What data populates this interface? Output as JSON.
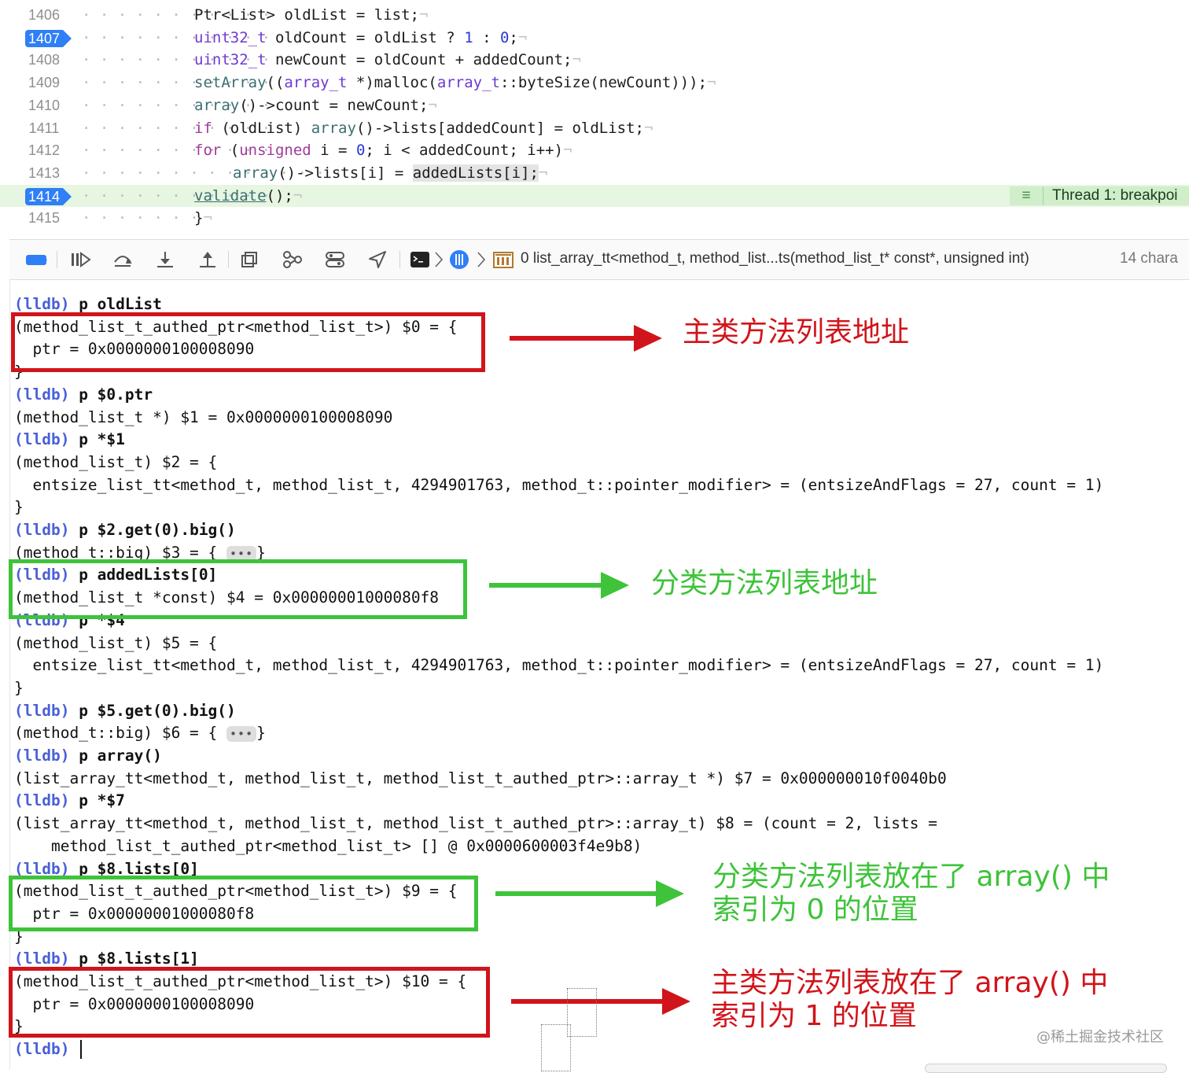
{
  "editor": {
    "lines": [
      {
        "n": "1406",
        "segments": [
          [
            "",
            "Ptr<List> oldList = list;"
          ]
        ],
        "dots": "· · · · · · · · · · · ",
        "indent": 0
      },
      {
        "n": "1407",
        "badge": true,
        "segments": [
          [
            "ty",
            "uint32_t"
          ],
          [
            "",
            " oldCount = oldList ? "
          ],
          [
            "num-l",
            "1"
          ],
          [
            "",
            " : "
          ],
          [
            "num-l",
            "0"
          ],
          [
            "",
            ";"
          ]
        ],
        "dots": "· · · · · · · · · · · ",
        "indent": 0
      },
      {
        "n": "1408",
        "segments": [
          [
            "ty",
            "uint32_t"
          ],
          [
            "",
            " newCount = oldCount + addedCount;"
          ]
        ],
        "dots": "· · · · · · · · · · · ",
        "indent": 0
      },
      {
        "n": "1409",
        "segments": [
          [
            "fn",
            "setArray"
          ],
          [
            "",
            "(("
          ],
          [
            "ty",
            "array_t"
          ],
          [
            "",
            " *)malloc("
          ],
          [
            "ty",
            "array_t"
          ],
          [
            "",
            "::byteSize(newCount)));"
          ]
        ],
        "dots": "· · · · · · · · · · · ",
        "indent": 0
      },
      {
        "n": "1410",
        "segments": [
          [
            "fn",
            "array"
          ],
          [
            "",
            "()->count = newCount;"
          ]
        ],
        "dots": "· · · · · · · · · · · ",
        "indent": 0
      },
      {
        "n": "1411",
        "segments": [
          [
            "kw",
            "if"
          ],
          [
            "",
            " (oldList) "
          ],
          [
            "fn",
            "array"
          ],
          [
            "",
            "()->lists[addedCount] = oldList;"
          ]
        ],
        "dots": "· · · · · · · · · · · ",
        "indent": 0
      },
      {
        "n": "1412",
        "segments": [
          [
            "kw",
            "for"
          ],
          [
            "",
            " ("
          ],
          [
            "kw",
            "unsigned"
          ],
          [
            "",
            " i = "
          ],
          [
            "num-l",
            "0"
          ],
          [
            "",
            "; i < addedCount; i++)"
          ]
        ],
        "dots": "· · · · · · · · · · · ",
        "indent": 0
      },
      {
        "n": "1413",
        "segments": [
          [
            "fn",
            "array"
          ],
          [
            "",
            "()->lists[i] = "
          ],
          [
            "hl",
            "addedLists[i];"
          ]
        ],
        "dots": "· · · · · · · · · · · · · · · ",
        "indent": 1
      },
      {
        "n": "1414",
        "badge": true,
        "active": true,
        "segments": [
          [
            "fn",
            "validate"
          ],
          [
            "",
            "();"
          ]
        ],
        "dots": "· · · · · · · · · · · ",
        "indent": 0
      },
      {
        "n": "1415",
        "segments": [
          [
            "",
            "}"
          ]
        ],
        "dots": "· · · · · · · ",
        "indent": 0
      }
    ],
    "thread_badge": "Thread 1: breakpoi",
    "thread_icon": "≡"
  },
  "toolbar": {
    "frame_text": "0 list_array_tt<method_t, method_list...ts(method_list_t* const*, unsigned int)",
    "chars_text": "14 chara"
  },
  "console": {
    "lines": [
      {
        "prompt": "(lldb)",
        "cmd": " p oldList"
      },
      {
        "text": "(method_list_t_authed_ptr<method_list_t>) $0 = {"
      },
      {
        "text": "  ptr = 0x0000000100008090"
      },
      {
        "text": "}"
      },
      {
        "prompt": "(lldb)",
        "cmd": " p $0.ptr"
      },
      {
        "text": "(method_list_t *) $1 = 0x0000000100008090"
      },
      {
        "prompt": "(lldb)",
        "cmd": " p *$1"
      },
      {
        "text": "(method_list_t) $2 = {"
      },
      {
        "text": "  entsize_list_tt<method_t, method_list_t, 4294901763, method_t::pointer_modifier> = (entsizeAndFlags = 27, count = 1)"
      },
      {
        "text": "}"
      },
      {
        "prompt": "(lldb)",
        "cmd": " p $2.get(0).big()"
      },
      {
        "text": "(method_t::big) $3 = {",
        "pill": "•••",
        "after": "}"
      },
      {
        "prompt": "(lldb)",
        "cmd": " p addedLists[0]"
      },
      {
        "text": "(method_list_t *const) $4 = 0x00000001000080f8"
      },
      {
        "prompt": "(lldb)",
        "cmd": " p *$4"
      },
      {
        "text": "(method_list_t) $5 = {"
      },
      {
        "text": "  entsize_list_tt<method_t, method_list_t, 4294901763, method_t::pointer_modifier> = (entsizeAndFlags = 27, count = 1)"
      },
      {
        "text": "}"
      },
      {
        "prompt": "(lldb)",
        "cmd": " p $5.get(0).big()"
      },
      {
        "text": "(method_t::big) $6 = {",
        "pill": "•••",
        "after": "}"
      },
      {
        "prompt": "(lldb)",
        "cmd": " p array()"
      },
      {
        "text": "(list_array_tt<method_t, method_list_t, method_list_t_authed_ptr>::array_t *) $7 = 0x000000010f0040b0"
      },
      {
        "prompt": "(lldb)",
        "cmd": " p *$7"
      },
      {
        "text": "(list_array_tt<method_t, method_list_t, method_list_t_authed_ptr>::array_t) $8 = (count = 2, lists ="
      },
      {
        "text": "    method_list_t_authed_ptr<method_list_t> [] @ 0x0000600003f4e9b8)"
      },
      {
        "prompt": "(lldb)",
        "cmd": " p $8.lists[0]"
      },
      {
        "text": "(method_list_t_authed_ptr<method_list_t>) $9 = {"
      },
      {
        "text": "  ptr = 0x00000001000080f8"
      },
      {
        "text": "}"
      },
      {
        "prompt": "(lldb)",
        "cmd": " p $8.lists[1]"
      },
      {
        "text": "(method_list_t_authed_ptr<method_list_t>) $10 = {"
      },
      {
        "text": "  ptr = 0x0000000100008090"
      },
      {
        "text": "}"
      },
      {
        "prompt": "(lldb)",
        "cmd": " "
      }
    ]
  },
  "annotations": {
    "a1": "主类方法列表地址",
    "a2": "分类方法列表地址",
    "a3_l1": "分类方法列表放在了 array() 中",
    "a3_l2": "索引为 0 的位置",
    "a4_l1": "主类方法列表放在了 array() 中",
    "a4_l2": "索引为 1 的位置",
    "red": "#d1141b",
    "green": "#3ec33a"
  },
  "watermark": "@稀土掘金技术社区"
}
